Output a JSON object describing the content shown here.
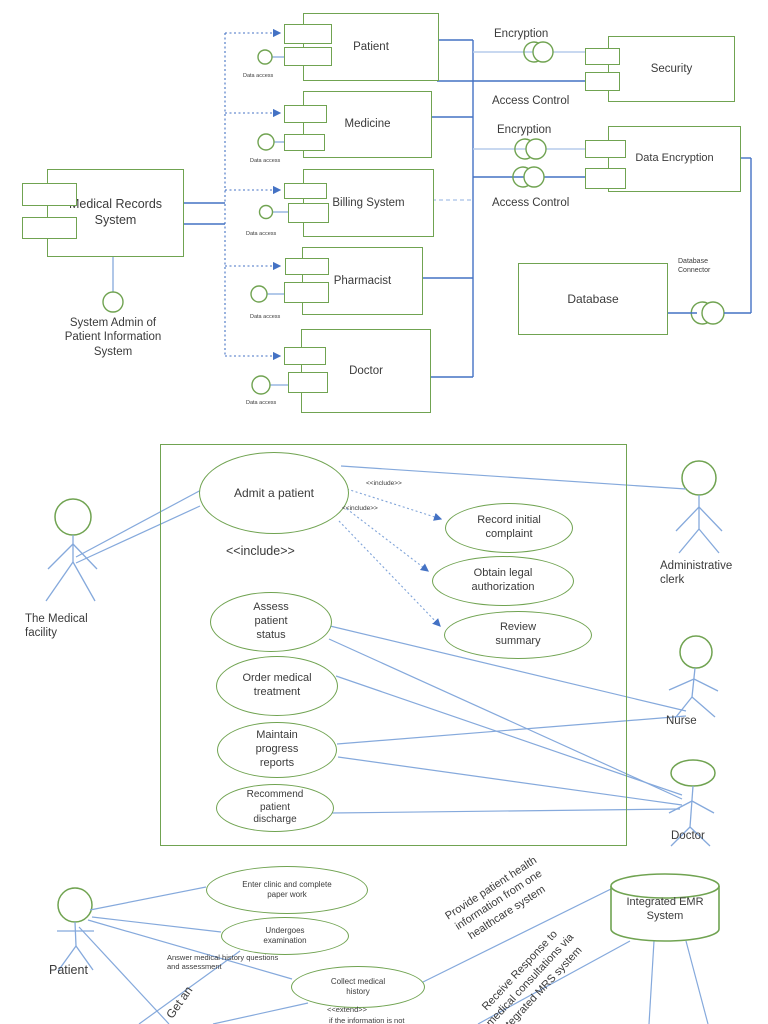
{
  "colors": {
    "green": "#70a351",
    "blue": "#4472c4",
    "light_blue": "#a9c3e8",
    "assoc_blue": "#85a9dc",
    "text": "#3b3b3b"
  },
  "component_diagram": {
    "main_component": "Medical Records System",
    "admin_interface": "System Admin of Patient Information System",
    "components": [
      {
        "label": "Patient",
        "interface": "Data access"
      },
      {
        "label": "Medicine",
        "interface": "Data access"
      },
      {
        "label": "Billing System",
        "interface": "Data access"
      },
      {
        "label": "Pharmacist",
        "interface": "Data access"
      },
      {
        "label": "Doctor",
        "interface": "Data access"
      }
    ],
    "security": "Security",
    "data_encryption": "Data Encryption",
    "database": "Database",
    "database_connector": "Database Connector",
    "encryption_label_top": "Encryption",
    "access_label_top": "Access Control",
    "encryption_label_mid": "Encryption",
    "access_label_mid": "Access Control"
  },
  "usecase_diagram": {
    "actor_facility": "The Medical facility",
    "actor_clerk": "Administrative clerk",
    "actor_nurse": "Nurse",
    "actor_doctor": "Doctor",
    "uc_admit": "Admit a patient",
    "uc_record": "Record initial complaint",
    "uc_obtain": "Obtain legal authorization",
    "uc_review": "Review summary",
    "uc_assess": "Assess patient status",
    "uc_order": "Order medical treatment",
    "uc_maintain": "Maintain progress reports",
    "uc_recommend": "Recommend patient discharge",
    "include_big": "<<include>>",
    "include_1": "<<include>>",
    "include_2": "<<include>>"
  },
  "emr_diagram": {
    "actor_patient": "Patient",
    "uc_enter": "Enter clinic and complete paper work",
    "uc_undergo": "Undergoes examination",
    "uc_collect": "Collect medical history",
    "note_answer": "Answer medical history questions and assessment",
    "extend_label": "<<extend>>",
    "extend_condition": "if the information is not",
    "label_get": "Get an",
    "label_provide": "Provide patient health information from one healthcare system",
    "label_receive": "Receive Response to medical consultations via integrated MRS system",
    "datastore": "Integrated EMR System"
  }
}
